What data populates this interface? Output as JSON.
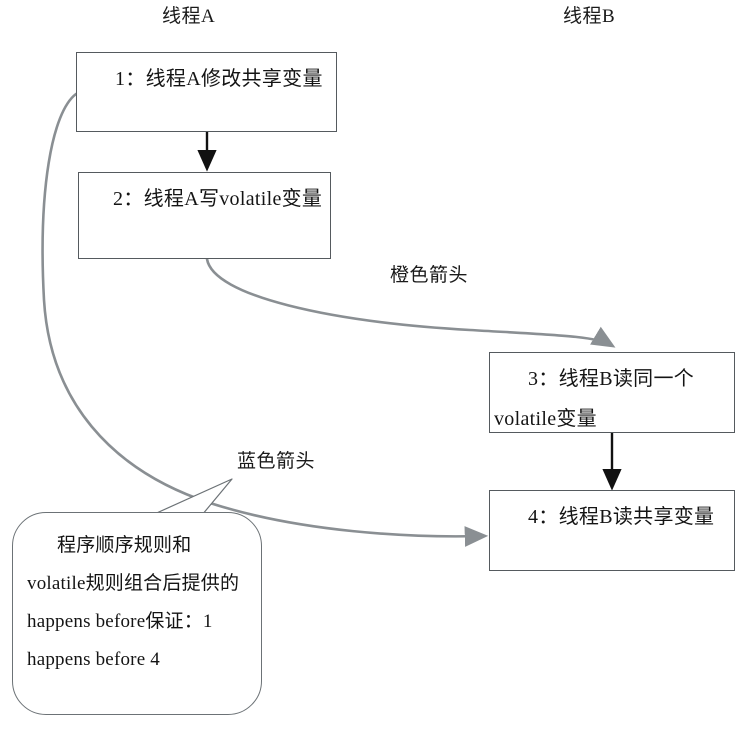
{
  "diagram": {
    "title_hidden": "happens-before 规则组合示意图",
    "lanes": [
      {
        "id": "thread-a",
        "label": "线程A"
      },
      {
        "id": "thread-b",
        "label": "线程B"
      }
    ],
    "boxes": [
      {
        "id": "step-1",
        "label": "1：线程A修改共享变量"
      },
      {
        "id": "step-2",
        "label": "2：线程A写volatile变量"
      },
      {
        "id": "step-3",
        "label": "3：线程B读同一个volatile变量"
      },
      {
        "id": "step-4",
        "label": "4：线程B读共享变量"
      }
    ],
    "edge_labels": [
      {
        "id": "orange-arrow-label",
        "label": "橙色箭头"
      },
      {
        "id": "blue-arrow-label",
        "label": "蓝色箭头"
      }
    ],
    "callout": {
      "id": "happens-before-note",
      "text": "程序顺序规则和volatile规则组合后提供的happens before保证：1 happens before 4"
    },
    "colors": {
      "box_border": "#555a5e",
      "callout_border": "#6c7276",
      "solid_arrow": "#111111",
      "curved_arrow": "#8a8f93",
      "background": "#ffffff",
      "text": "#141414"
    }
  }
}
